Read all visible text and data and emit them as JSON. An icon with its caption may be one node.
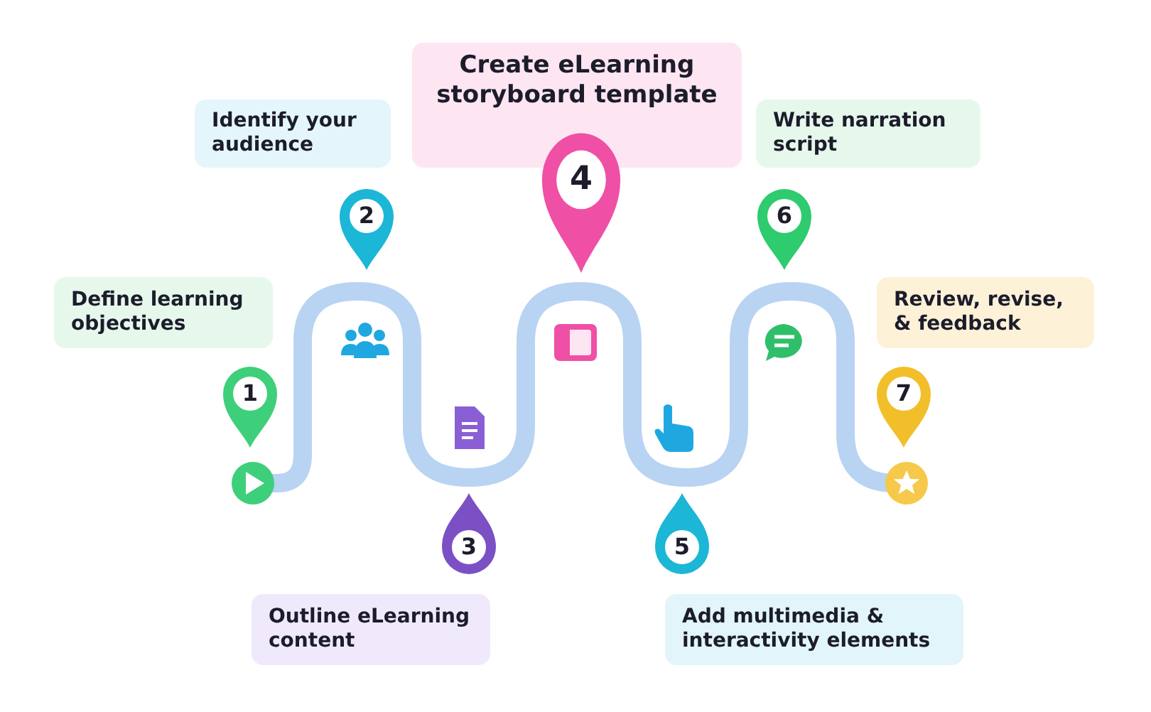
{
  "diagram": {
    "nodes": [
      {
        "text": [
          "Identify your audience"
        ]
      },
      {
        "text": [
          "Create eLearning storyboard template"
        ]
      },
      {
        "text": [
          "Write narration script"
        ]
      },
      {
        "text": [
          "2"
        ]
      },
      {
        "text": [
          "4"
        ]
      },
      {
        "text": [
          "6"
        ]
      },
      {
        "text": [
          "Define learning objectives"
        ]
      },
      {
        "text": [
          "Review, revise, & feedback"
        ]
      },
      {
        "text": [
          "1"
        ]
      },
      {
        "text": [
          "7"
        ]
      },
      {
        "text": [
          "3"
        ]
      },
      {
        "text": [
          "5"
        ]
      },
      {
        "text": [
          "Outline eLearning content"
        ]
      },
      {
        "text": [
          "Add multimedia & interactivity elements"
        ]
      }
    ]
  }
}
